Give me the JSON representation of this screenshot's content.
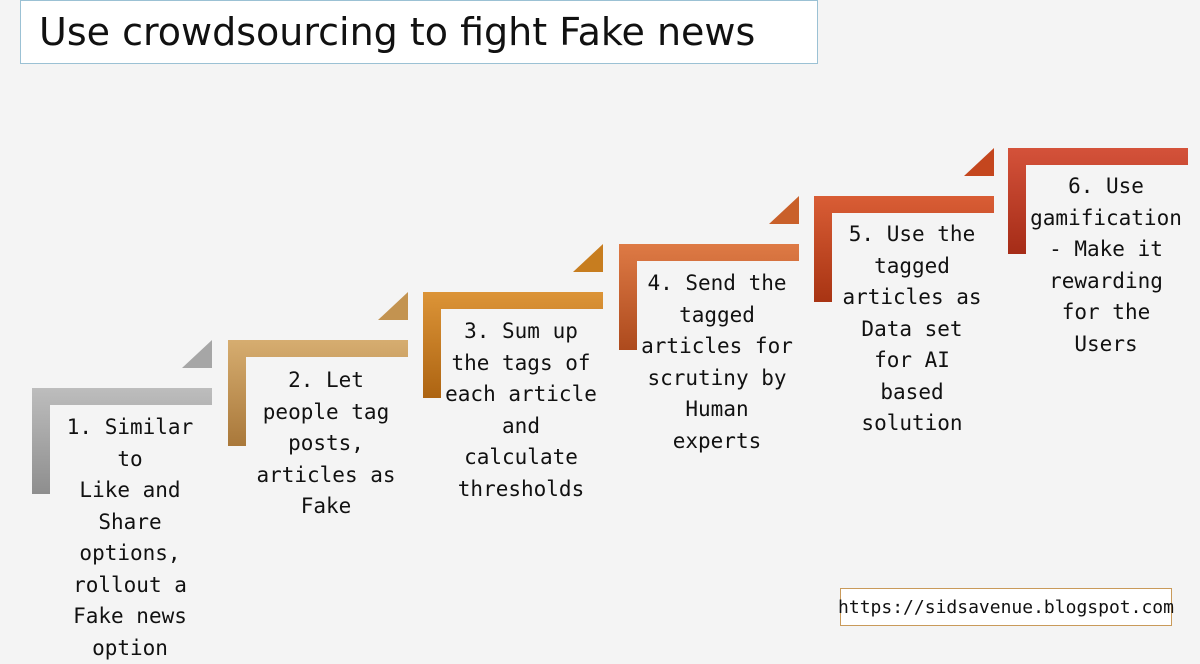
{
  "title": "Use crowdsourcing to fight Fake news",
  "steps": [
    {
      "label": "1. Similar to\nLike and\nShare\noptions,\nrollout a\nFake news\noption",
      "color": "#a3a3a3"
    },
    {
      "label": "2. Let\npeople tag\nposts,\narticles as\nFake",
      "color": "#c39350"
    },
    {
      "label": "3. Sum up\nthe tags of\neach article\nand\ncalculate\nthresholds",
      "color": "#c77d1f"
    },
    {
      "label": "4. Send the\ntagged\narticles for\nscrutiny by\nHuman\nexperts",
      "color": "#c9602a"
    },
    {
      "label": "5. Use the\ntagged\narticles as\nData set\nfor AI\nbased\nsolution",
      "color": "#c4461e"
    },
    {
      "label": "6. Use\ngamification\n-  Make it\nrewarding\nfor the\nUsers",
      "color": "#c0391f"
    }
  ],
  "footer_url": "https://sidsavenue.blogspot.com"
}
